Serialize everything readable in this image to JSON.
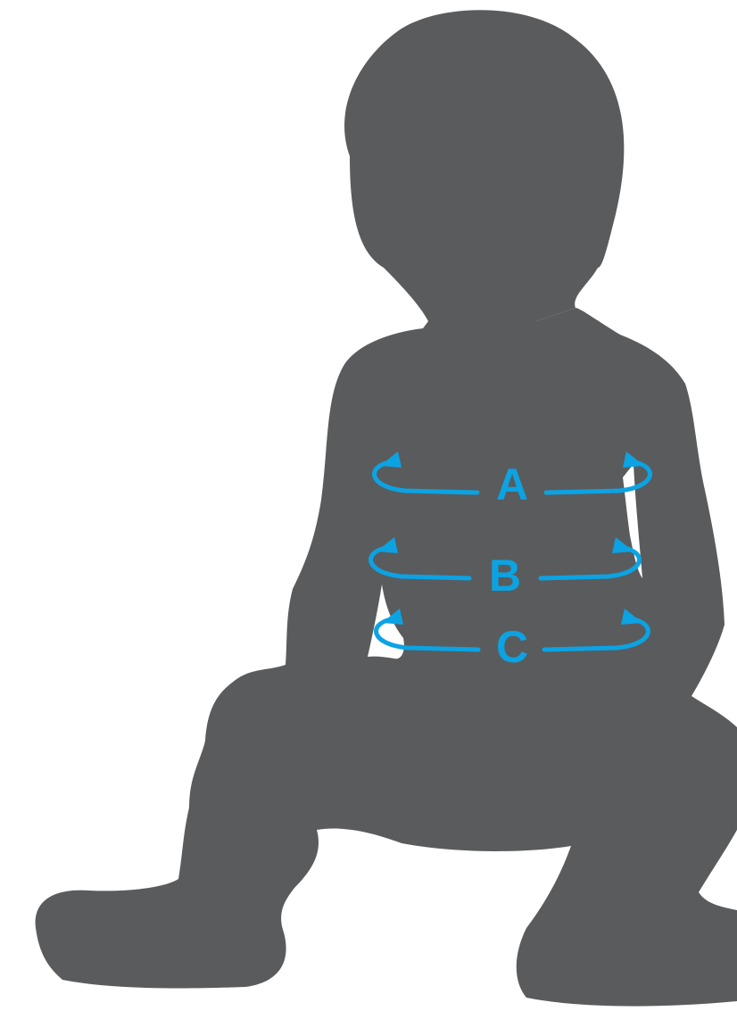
{
  "colors": {
    "silhouette": "#5a5b5d",
    "measure": "#0ba3e3",
    "background": "#ffffff"
  },
  "measurements": [
    {
      "label": "A",
      "name": "measurement-a"
    },
    {
      "label": "B",
      "name": "measurement-b"
    },
    {
      "label": "C",
      "name": "measurement-c"
    }
  ]
}
